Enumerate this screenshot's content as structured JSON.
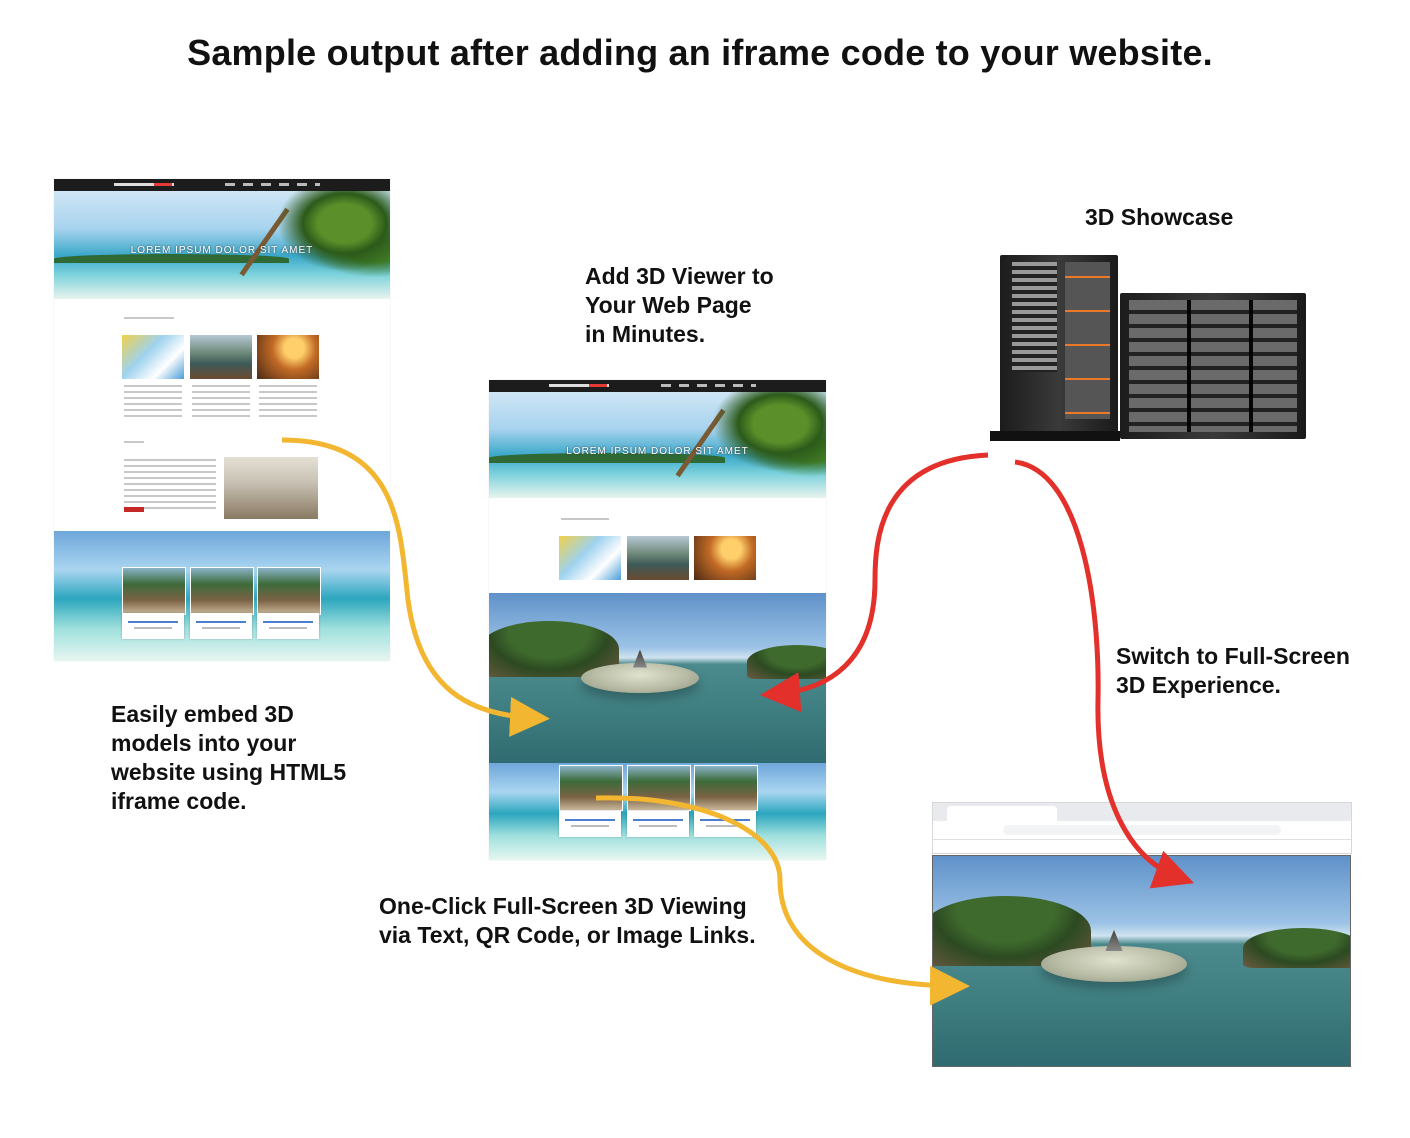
{
  "title": "Sample output after adding an iframe code to your website.",
  "captions": {
    "embed": [
      "Easily embed 3D",
      "models into your",
      "website using HTML5",
      "iframe code."
    ],
    "add_viewer": [
      "Add 3D Viewer to",
      "Your Web Page",
      "in Minutes."
    ],
    "showcase": "3D Showcase",
    "switch": [
      "Switch to Full-Screen",
      "3D Experience."
    ],
    "one_click": [
      "One-Click Full-Screen 3D Viewing",
      "via Text, QR Code, or Image Links."
    ]
  },
  "hero_text": "LOREM IPSUM DOLOR SIT AMET",
  "arrow_colors": {
    "yellow": "#f2b630",
    "red": "#e3302a"
  }
}
